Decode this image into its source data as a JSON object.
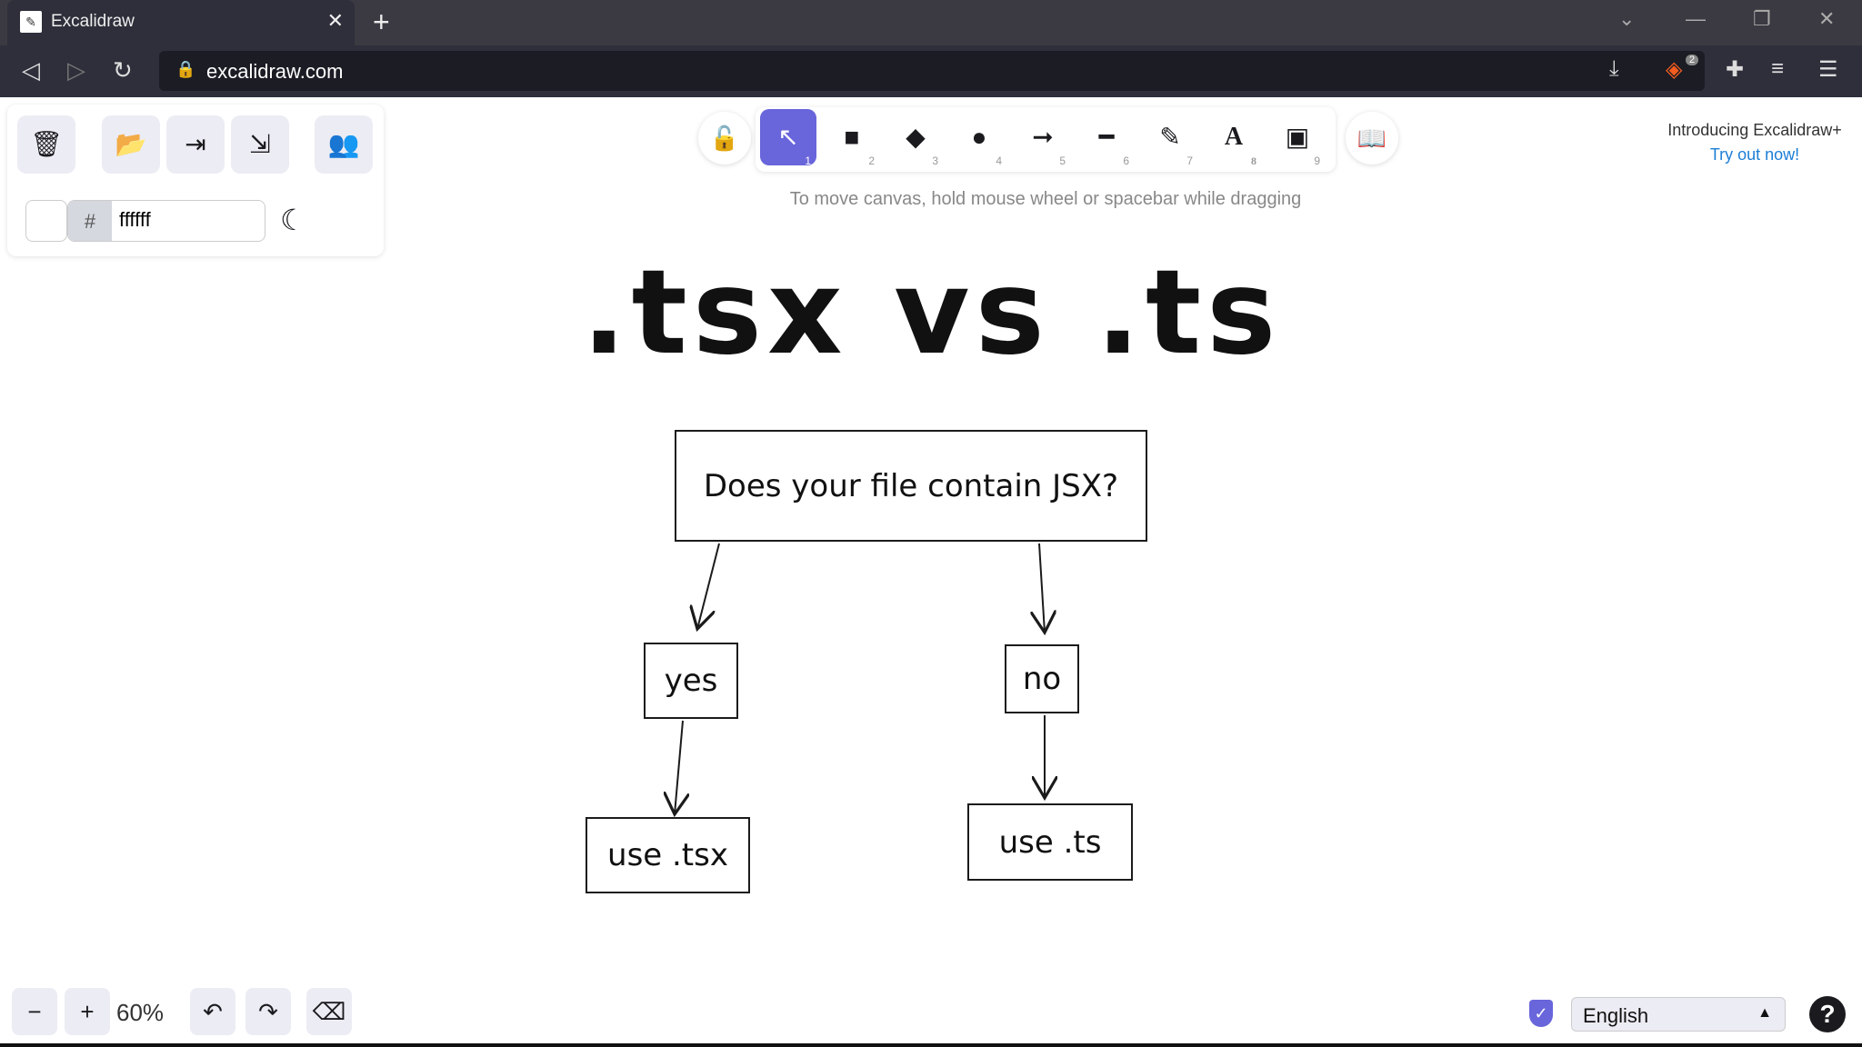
{
  "browser": {
    "tab_title": "Excalidraw",
    "url": "excalidraw.com",
    "extension_badge": "2"
  },
  "left_panel": {
    "color_value": "ffffff",
    "hash": "#"
  },
  "toolbar": {
    "tools": [
      {
        "name": "selection",
        "icon": "↖",
        "key": "1"
      },
      {
        "name": "rectangle",
        "icon": "■",
        "key": "2"
      },
      {
        "name": "diamond",
        "icon": "◆",
        "key": "3"
      },
      {
        "name": "ellipse",
        "icon": "●",
        "key": "4"
      },
      {
        "name": "arrow",
        "icon": "➞",
        "key": "5"
      },
      {
        "name": "line",
        "icon": "━",
        "key": "6"
      },
      {
        "name": "draw",
        "icon": "✎",
        "key": "7"
      },
      {
        "name": "text",
        "icon": "A",
        "key": "8"
      },
      {
        "name": "image",
        "icon": "▣",
        "key": "9"
      }
    ],
    "hint": "To move canvas, hold mouse wheel or spacebar while dragging"
  },
  "promo": {
    "line1": "Introducing Excalidraw+",
    "link": "Try out now!"
  },
  "canvas": {
    "title": ".tsx vs .ts",
    "question": "Does your file contain JSX?",
    "yes": "yes",
    "no": "no",
    "use_tsx": "use .tsx",
    "use_ts": "use .ts"
  },
  "footer": {
    "zoom": "60%",
    "language": "English",
    "help": "?"
  },
  "colors": {
    "accent": "#6965db",
    "link": "#1c7ed6"
  }
}
